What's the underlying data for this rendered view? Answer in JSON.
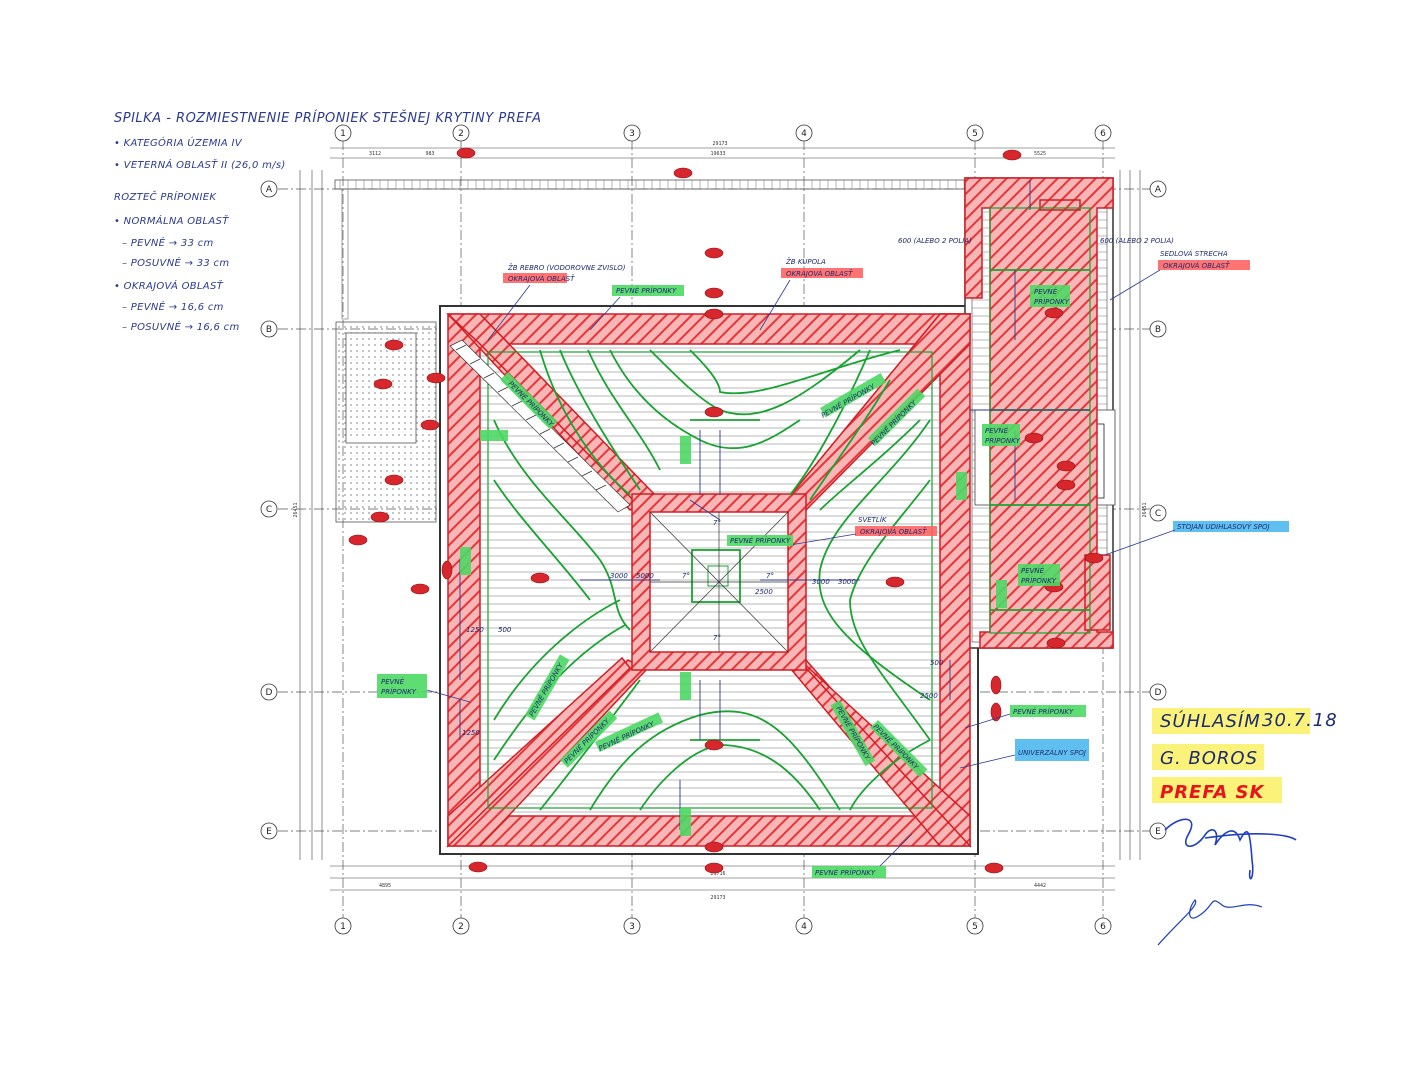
{
  "drawing": {
    "title": "SPILKA - ROZMIESTNENIE PRÍPONIEK STEŠNEJ KRYTINY PREFA",
    "legend": [
      "• KATEGÓRIA ÚZEMIA IV",
      "• VETERNÁ OBLASŤ II (26,0 m/s)",
      "ROZTEČ PRÍPONIEK",
      "• NORMÁLNA OBLASŤ",
      "– PEVNÉ → 33 cm",
      "– POSUVNÉ → 33 cm",
      "• OKRAJOVÁ OBLASŤ",
      "– PEVNÉ → 16,6 cm",
      "– POSUVNÉ → 16,6 cm"
    ]
  },
  "grid": {
    "columns": [
      "1",
      "2",
      "3",
      "4",
      "5",
      "6"
    ],
    "rows": [
      "A",
      "B",
      "C",
      "D",
      "E"
    ]
  },
  "dimensions": {
    "top_total": "29173",
    "top_segments": [
      "3112",
      "983",
      "19633",
      "5525"
    ],
    "bottom_total": "29173",
    "bottom_inner": "29716",
    "bottom_segments": [
      "4895",
      "4442"
    ],
    "left_total": "26451",
    "right_total": "26451"
  },
  "annotations": {
    "zb_rebro": "ŽB REBRO (VODOROVNE ZVISLO)",
    "okrajova_oblast": "OKRAJOVÁ OBLASŤ",
    "zb_kupola": "ŽB KUPOLA",
    "pevne_priponky": "PEVNÉ PRÍPONKY",
    "pevne": "PEVNÉ",
    "priponky": "PRÍPONKY",
    "pevne_priponky_center": "PEVNÉ PRÍPONKY",
    "svetlik": "SVETLÍK",
    "okrajova_oblast_2": "OKRAJOVÁ OBLASŤ",
    "solo_strecha": "SEDLOVÁ STRECHA",
    "okrajova_oblast_3": "OKRAJOVÁ OBLASŤ",
    "poz_a": "600 (ALEBO 2 POLIA)",
    "poz_b": "600 (ALEBO 2 POLIA)",
    "rozvod_a": "STOJAN UDIHLASOVÝ SPOJ",
    "rozvod_b": "UNIVERZÁLNY SPOJ",
    "pevne_bottom": "PEVNÉ PRÍPONKY",
    "pevne_left": "PEVNÉ",
    "pevne_left2": "PRÍPONKY",
    "pevne_right_top": "PEVNÉ",
    "pevne_right_top2": "PRÍPONKY",
    "pevne_right_mid": "PEVNÉ",
    "pevne_right_mid2": "PRÍPONKY",
    "pevne_right_bot": "PEVNÉ PRÍPONKY",
    "pevne_right_bot2": "PEVNÉ",
    "pevne_right_bot3": "PRÍPONKY",
    "slope": "7°",
    "d500": "500",
    "d1250": "1250",
    "d3000": "3000",
    "d5000": "5000",
    "d2500": "2500"
  },
  "approval": {
    "agree": "SÚHLASÍM",
    "date": "30.7.18",
    "name": "G. BOROS",
    "company": "PREFA SK"
  },
  "colors": {
    "edge_zone": "#e8343a",
    "fixed_zone": "#2fb24a",
    "ink": "#2b3a8f",
    "highlight_green": "#4cd964",
    "highlight_red": "#ff5a5a",
    "highlight_blue": "#4fb8f0",
    "highlight_yellow": "#fbf27a"
  }
}
